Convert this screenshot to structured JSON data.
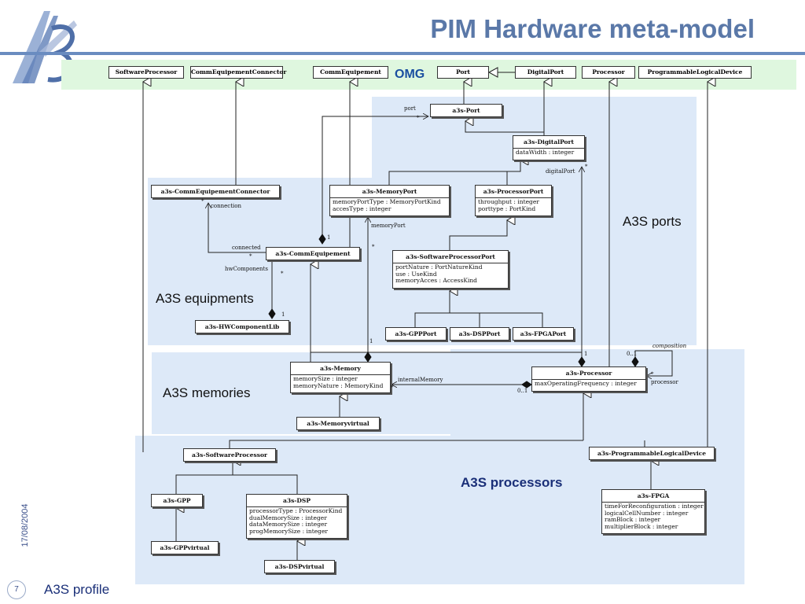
{
  "slide": {
    "title": "PIM Hardware meta-model",
    "date": "17/08/2004",
    "page_number": "7",
    "footer": "A3S profile",
    "logo_text": "A3S"
  },
  "regions": {
    "omg": "OMG",
    "ports": "A3S ports",
    "equipments": "A3S equipments",
    "memories": "A3S memories",
    "processors": "A3S processors"
  },
  "omg_classes": {
    "software_processor": "SoftwareProcessor",
    "comm_equipement_connector": "CommEquipementConnector",
    "comm_equipement": "CommEquipement",
    "port": "Port",
    "digital_port": "DigitalPort",
    "processor": "Processor",
    "programmable_logical_device": "ProgrammableLogicalDevice"
  },
  "classes": {
    "a3s_port": {
      "name": "a3s-Port"
    },
    "a3s_digital_port": {
      "name": "a3s-DigitalPort",
      "attrs": [
        "dataWidth : integer"
      ]
    },
    "a3s_memory_port": {
      "name": "a3s-MemoryPort",
      "attrs": [
        "memoryPortType : MemoryPortKind",
        "accesType : integer"
      ]
    },
    "a3s_processor_port": {
      "name": "a3s-ProcessorPort",
      "attrs": [
        "throughput : integer",
        "porttype : PortKind"
      ]
    },
    "a3s_software_processor_port": {
      "name": "a3s-SoftwareProcessorPort",
      "attrs": [
        "portNature : PortNatureKind",
        "use : UseKind",
        "memoryAcces : AccessKind"
      ]
    },
    "a3s_gpp_port": {
      "name": "a3s-GPPPort"
    },
    "a3s_dsp_port": {
      "name": "a3s-DSPPort"
    },
    "a3s_fpga_port": {
      "name": "a3s-FPGAPort"
    },
    "a3s_comm_equipement_connector": {
      "name": "a3s-CommEquipementConnector"
    },
    "a3s_comm_equipement": {
      "name": "a3s-CommEquipement"
    },
    "a3s_hw_component_lib": {
      "name": "a3s-HWComponentLib"
    },
    "a3s_memory": {
      "name": "a3s-Memory",
      "attrs": [
        "memorySize : integer",
        "memoryNature : MemoryKind"
      ]
    },
    "a3s_memory_virtual": {
      "name": "a3s-Memoryvirtual"
    },
    "a3s_processor": {
      "name": "a3s-Processor",
      "attrs": [
        "maxOperatingFrequency : integer"
      ]
    },
    "a3s_software_processor": {
      "name": "a3s-SoftwareProcessor"
    },
    "a3s_programmable_logical_device": {
      "name": "a3s-ProgrammableLogicalDevice"
    },
    "a3s_gpp": {
      "name": "a3s-GPP"
    },
    "a3s_dsp": {
      "name": "a3s-DSP",
      "attrs": [
        "processorType : ProcessorKind",
        "dualMemorySize : integer",
        "dataMemorySize : integer",
        "progMemorySize : integer"
      ]
    },
    "a3s_fpga": {
      "name": "a3s-FPGA",
      "attrs": [
        "timeForReconfiguration : integer",
        "logicalCellNumber : integer",
        "ramBlock : integer",
        "multiplierBlock : integer"
      ]
    },
    "a3s_gpp_virtual": {
      "name": "a3s-GPPvirtual"
    },
    "a3s_dsp_virtual": {
      "name": "a3s-DSPvirtual"
    }
  },
  "edge_labels": {
    "port": "port",
    "port_mult": "*",
    "digital_port": "digitalPort",
    "digital_port_mult": "*",
    "connection": "connection",
    "connection_mult": "*",
    "connected": "connected",
    "connected_mult": "*",
    "hw_components": "hwComponents",
    "hw_components_mult": "*",
    "hw_lib_mult": "1",
    "memory_port": "memoryPort",
    "memory_port_mult": "*",
    "comm_one": "1",
    "memory_one": "1",
    "internal_memory": "internalMemory",
    "internal_memory_mult": "*",
    "internal_memory_range": "0..1",
    "processor_one": "1",
    "composition": "composition",
    "composition_range": "0..1",
    "processor_role": "processor",
    "processor_role_mult": "*"
  }
}
